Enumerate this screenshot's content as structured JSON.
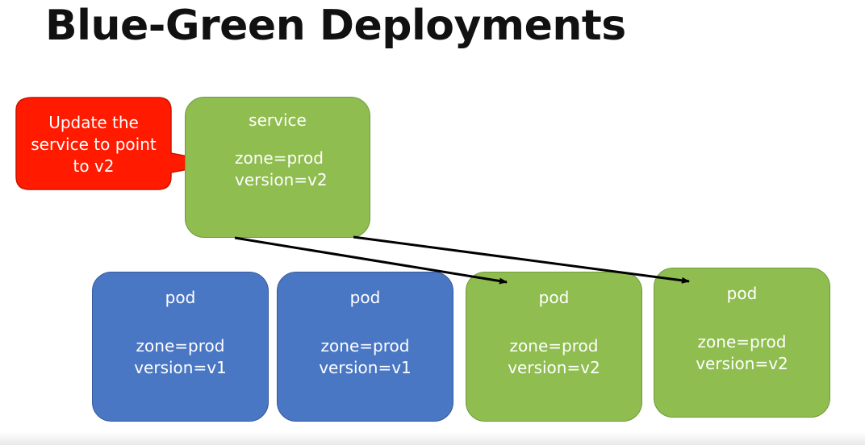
{
  "title": "Blue-Green Deployments",
  "callout": {
    "lines": [
      "Update the",
      "service to point",
      "to v2"
    ],
    "color": "#ff1a00"
  },
  "service": {
    "label": "service",
    "attrs": [
      "zone=prod",
      "version=v2"
    ]
  },
  "pods": [
    {
      "label": "pod",
      "attrs": [
        "zone=prod",
        "version=v1"
      ],
      "color": "blue"
    },
    {
      "label": "pod",
      "attrs": [
        "zone=prod",
        "version=v1"
      ],
      "color": "blue"
    },
    {
      "label": "pod",
      "attrs": [
        "zone=prod",
        "version=v2"
      ],
      "color": "green"
    },
    {
      "label": "pod",
      "attrs": [
        "zone=prod",
        "version=v2"
      ],
      "color": "green"
    }
  ],
  "colors": {
    "green": "#8fbd4f",
    "blue": "#4a77c4",
    "callout_red": "#ff1a00"
  }
}
